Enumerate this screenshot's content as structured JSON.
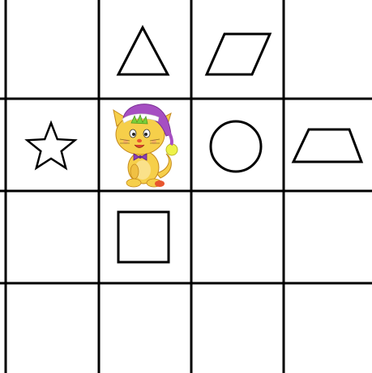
{
  "grid": {
    "rows": 4,
    "cols": 4,
    "line_color": "#000000",
    "background": "#ffffff"
  },
  "cells": [
    {
      "row": 0,
      "col": 0,
      "content": "empty"
    },
    {
      "row": 0,
      "col": 1,
      "content": "triangle-icon"
    },
    {
      "row": 0,
      "col": 2,
      "content": "parallelogram-icon"
    },
    {
      "row": 0,
      "col": 3,
      "content": "empty"
    },
    {
      "row": 1,
      "col": 0,
      "content": "star-icon"
    },
    {
      "row": 1,
      "col": 1,
      "content": "cat-character"
    },
    {
      "row": 1,
      "col": 2,
      "content": "circle-icon"
    },
    {
      "row": 1,
      "col": 3,
      "content": "trapezoid-icon"
    },
    {
      "row": 2,
      "col": 0,
      "content": "empty"
    },
    {
      "row": 2,
      "col": 1,
      "content": "square-icon"
    },
    {
      "row": 2,
      "col": 2,
      "content": "empty"
    },
    {
      "row": 2,
      "col": 3,
      "content": "empty"
    },
    {
      "row": 3,
      "col": 0,
      "content": "empty"
    },
    {
      "row": 3,
      "col": 1,
      "content": "empty"
    },
    {
      "row": 3,
      "col": 2,
      "content": "empty"
    },
    {
      "row": 3,
      "col": 3,
      "content": "empty"
    }
  ],
  "colors": {
    "cat_fur": "#f6cf4a",
    "cat_fur_shade": "#e0a62c",
    "hat": "#a64fc2",
    "hat_band": "#ffffff",
    "hair": "#7bcf3a",
    "pompom": "#eef24a",
    "bow": "#8a3fb8",
    "feet": "#e8562e"
  }
}
